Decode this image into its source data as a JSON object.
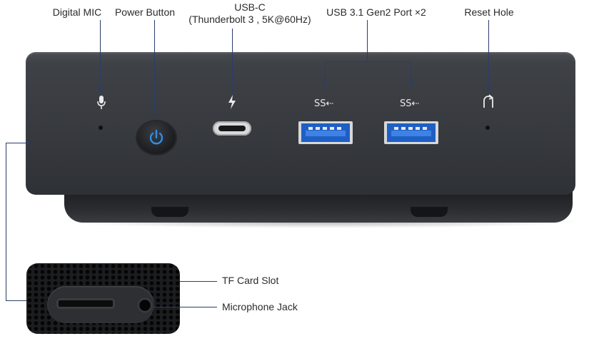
{
  "callouts": {
    "digital_mic": "Digital MIC",
    "power_button": "Power Button",
    "usb_c_title": "USB-C",
    "usb_c_detail": "(Thunderbolt 3 , 5K@60Hz)",
    "usb_ports": "USB 3.1 Gen2 Port ×2",
    "reset_hole": "Reset Hole",
    "tf_card_slot": "TF Card Slot",
    "microphone_jack": "Microphone Jack"
  },
  "device_markings": {
    "usb_logo_left": "SS⇠",
    "usb_logo_right": "SS⇠"
  },
  "colors": {
    "line": "#2c3d6b",
    "power_led": "#2f8fe6",
    "usb_port": "#1f5fc4",
    "device_body": "#36393e"
  },
  "icons": [
    "microphone-icon",
    "power-icon",
    "thunderbolt-icon",
    "usb-superspeed-icon",
    "reset-icon"
  ]
}
